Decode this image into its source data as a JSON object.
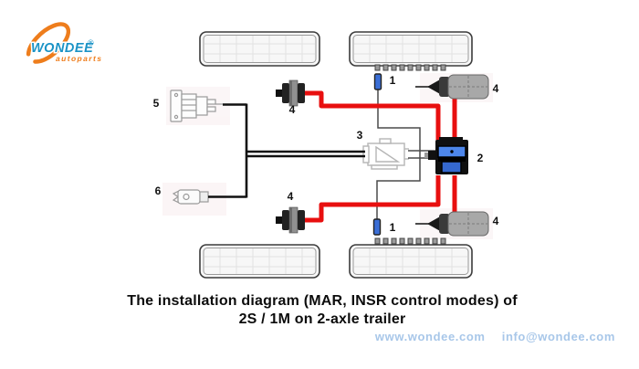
{
  "logo": {
    "brand": "WONDEE",
    "registered": "®",
    "subtitle": "autoparts"
  },
  "diagram": {
    "labels": {
      "sensor_top": "1",
      "sensor_bottom": "1",
      "modulator": "2",
      "ecu_valve": "3",
      "chamber_top_left": "4",
      "chamber_top_right": "4",
      "chamber_bottom_left": "4",
      "chamber_bottom_right": "4",
      "power_connector": "5",
      "diagnostic_connector": "6"
    }
  },
  "caption": {
    "line1": "The installation diagram (MAR, INSR control modes) of",
    "line2": "2S / 1M on 2-axle trailer"
  },
  "footer": {
    "website": "www.wondee.com",
    "email": "info@wondee.com"
  },
  "colors": {
    "air_line_red": "#e80f0f",
    "cable_black": "#111111",
    "sensor_blue": "#3a6ed6",
    "brand_blue": "#1b93c6",
    "brand_orange": "#ee7d1c",
    "footer_text": "#a8c7e9"
  }
}
